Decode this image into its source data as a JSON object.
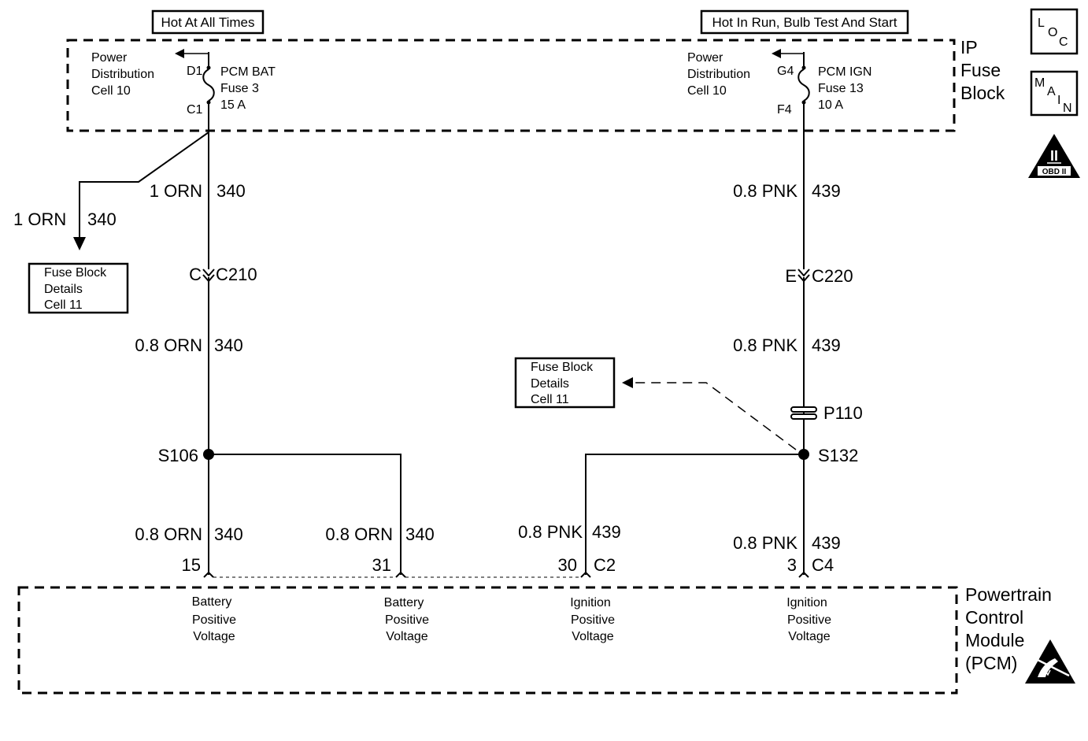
{
  "source_labels": {
    "left": "Hot At All Times",
    "right": "Hot In Run, Bulb Test And Start"
  },
  "ip_fuse_block": {
    "title_lines": [
      "IP",
      "Fuse",
      "Block"
    ]
  },
  "power_distribution": {
    "left_lines": [
      "Power",
      "Distribution",
      "Cell 10"
    ],
    "right_lines": [
      "Power",
      "Distribution",
      "Cell 10"
    ]
  },
  "fuses": {
    "left": {
      "top_pin": "D1",
      "bottom_pin": "C1",
      "name_lines": [
        "PCM BAT",
        "Fuse 3",
        "15 A"
      ]
    },
    "right": {
      "top_pin": "G4",
      "bottom_pin": "F4",
      "name_lines": [
        "PCM IGN",
        "Fuse 13",
        "10 A"
      ]
    }
  },
  "icons": {
    "loc": [
      "L",
      "O",
      "C"
    ],
    "main": [
      "M",
      "A",
      "I",
      "N"
    ],
    "obd": {
      "numeral": "II",
      "label": "OBD II"
    },
    "esd": "esd-warning-icon"
  },
  "fuse_block_refs": {
    "left_lines": [
      "Fuse Block",
      "Details",
      "Cell 11"
    ],
    "center_lines": [
      "Fuse Block",
      "Details",
      "Cell 11"
    ]
  },
  "wires": {
    "branch_left": {
      "gauge": "1 ORN",
      "circuit": "340"
    },
    "left_top": {
      "gauge": "1 ORN",
      "circuit": "340"
    },
    "left_mid": {
      "gauge": "0.8 ORN",
      "circuit": "340"
    },
    "left_bottom": {
      "gauge": "0.8 ORN",
      "circuit": "340"
    },
    "left_branch_bottom": {
      "gauge": "0.8 ORN",
      "circuit": "340"
    },
    "right_top": {
      "gauge": "0.8 PNK",
      "circuit": "439"
    },
    "right_mid": {
      "gauge": "0.8 PNK",
      "circuit": "439"
    },
    "right_branch_bottom": {
      "gauge": "0.8 PNK",
      "circuit": "439"
    },
    "right_bottom": {
      "gauge": "0.8 PNK",
      "circuit": "439"
    }
  },
  "connectors": {
    "c210": {
      "pin": "C",
      "name": "C210"
    },
    "c220": {
      "pin": "E",
      "name": "C220"
    },
    "p110": "P110"
  },
  "splices": {
    "s106": "S106",
    "s132": "S132"
  },
  "pcm_pins": {
    "p15": "15",
    "p31": "31",
    "p30": "30",
    "c2": "C2",
    "p3": "3",
    "c4": "C4"
  },
  "pcm": {
    "title_lines": [
      "Powertrain",
      "Control",
      "Module",
      "(PCM)"
    ],
    "inputs": [
      [
        "Battery",
        "Positive",
        "Voltage"
      ],
      [
        "Battery",
        "Positive",
        "Voltage"
      ],
      [
        "Ignition",
        "Positive",
        "Voltage"
      ],
      [
        "Ignition",
        "Positive",
        "Voltage"
      ]
    ]
  }
}
